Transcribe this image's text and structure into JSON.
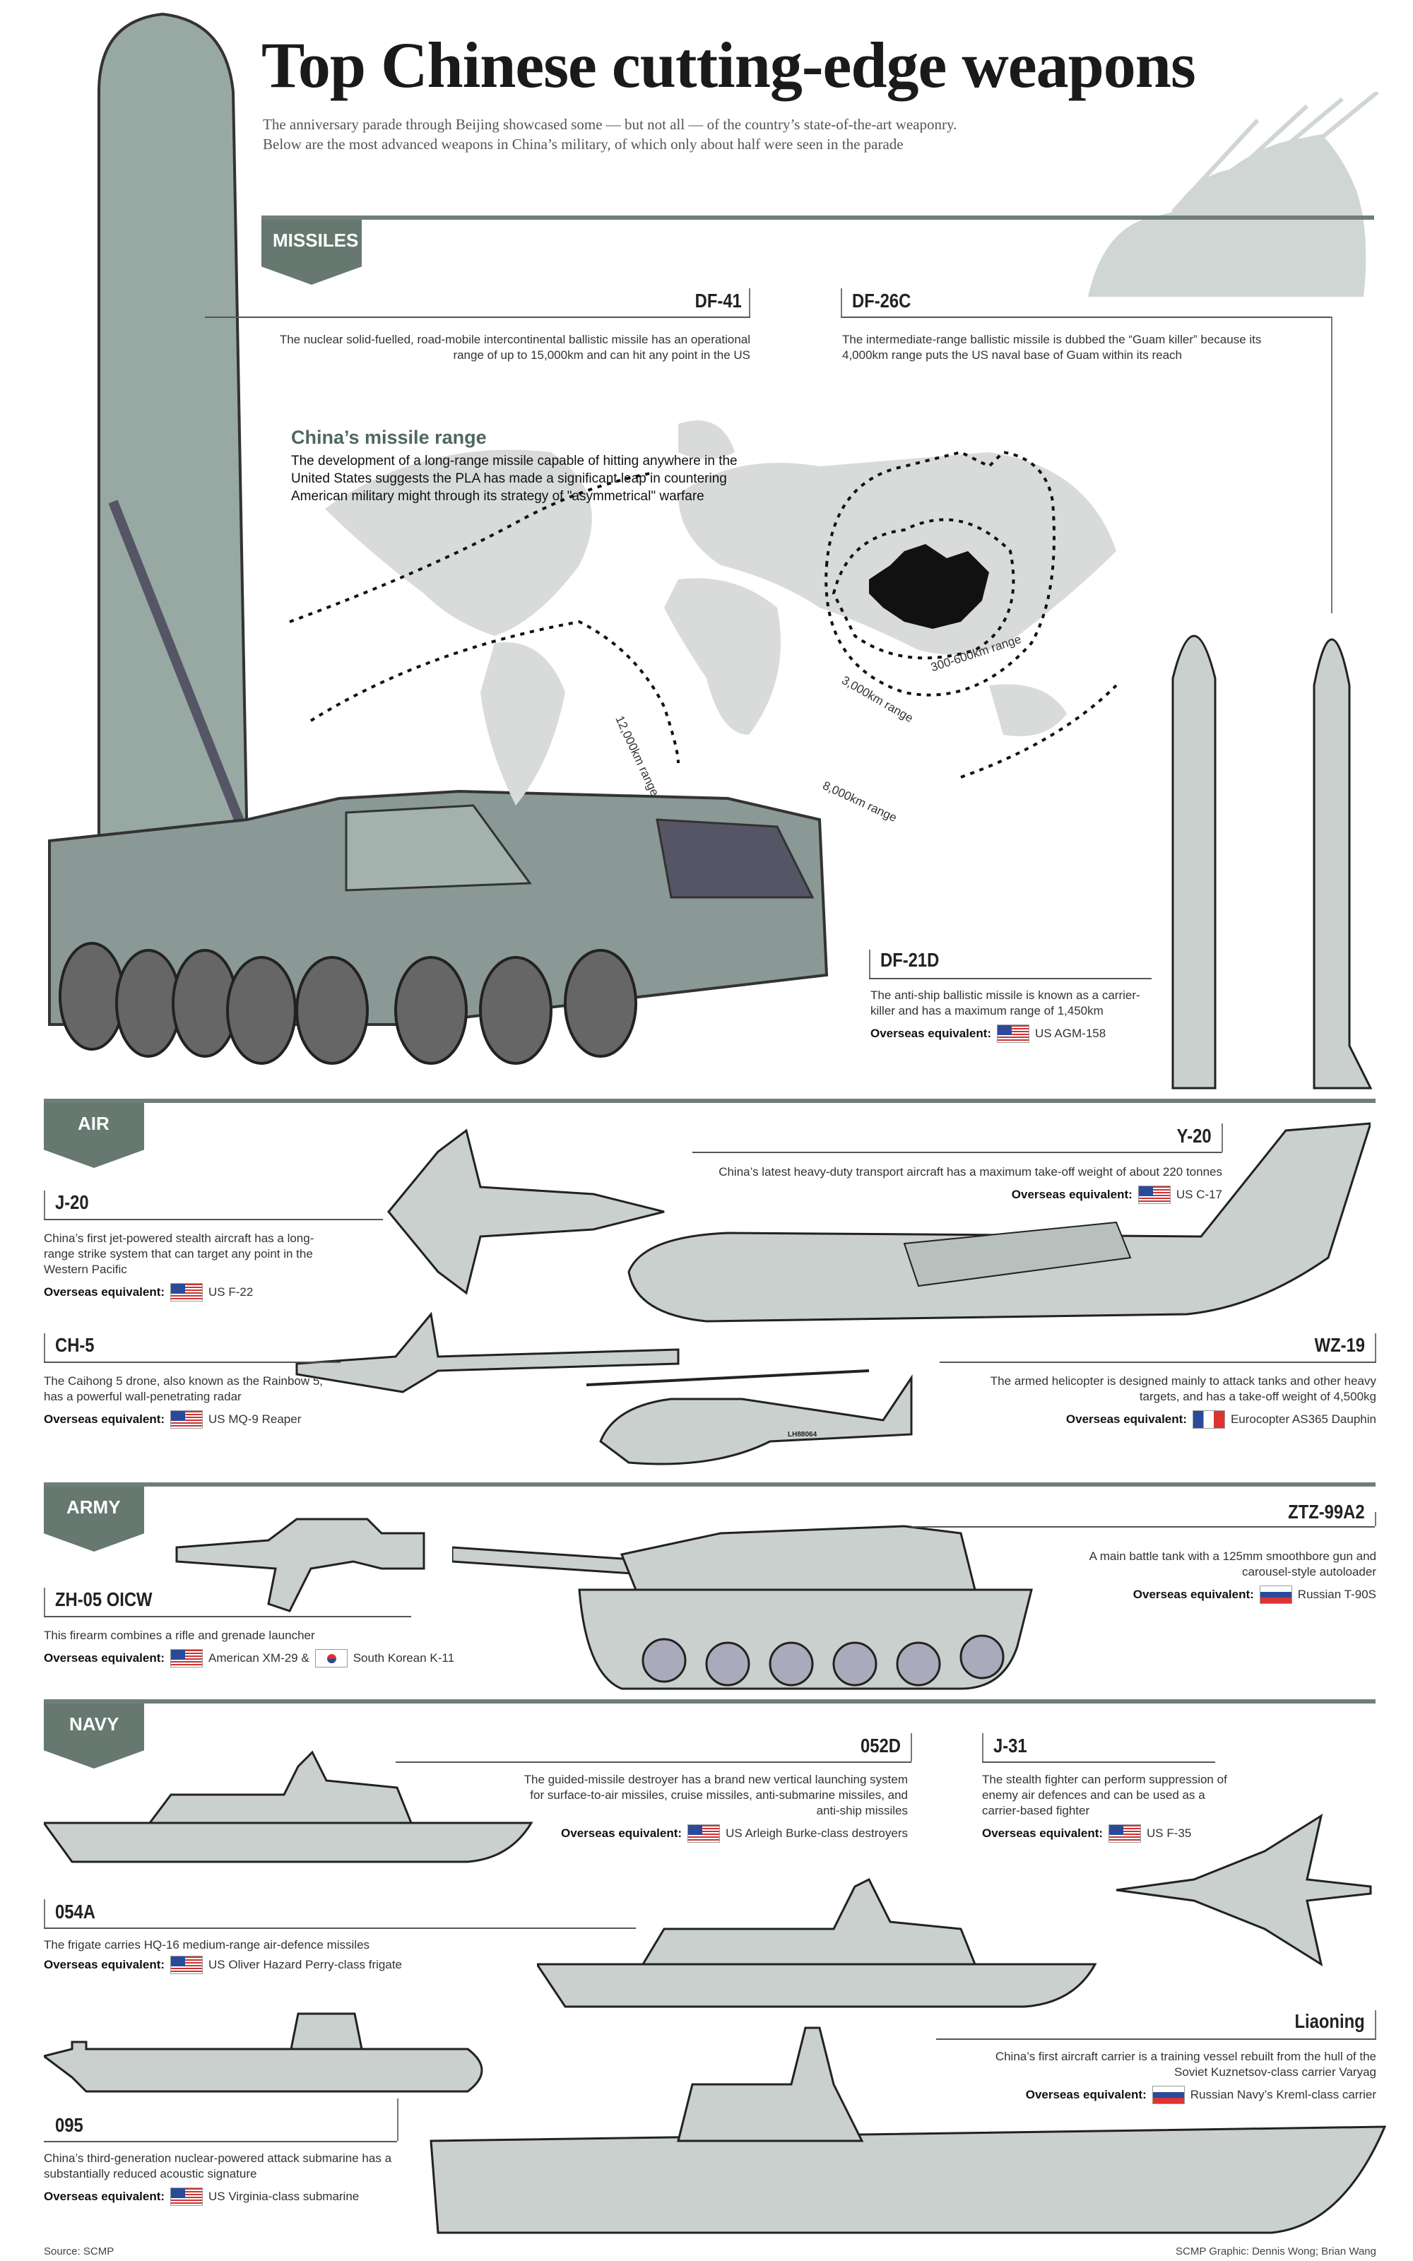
{
  "header": {
    "title": "Top Chinese cutting-edge weapons",
    "subtitle_line1": "The anniversary parade through Beijing showcased some — but not all — of the country’s state-of-the-art weaponry.",
    "subtitle_line2": "Below are the most advanced weapons in China’s military, of which only about half were seen in the parade"
  },
  "sections": {
    "missiles": "MISSILES",
    "air": "AIR",
    "army": "ARMY",
    "navy": "NAVY"
  },
  "eq_label": "Overseas equivalent:",
  "weapons": {
    "df41": {
      "name": "DF-41",
      "desc": "The nuclear solid-fuelled, road-mobile intercontinental ballistic missile has an operational range of up to 15,000km and can hit any point in the US"
    },
    "df26c": {
      "name": "DF-26C",
      "desc": "The intermediate-range ballistic missile is dubbed the “Guam killer” because its 4,000km range puts the US naval base of Guam within its reach"
    },
    "df21d": {
      "name": "DF-21D",
      "desc": "The anti-ship ballistic missile is known as a carrier-killer and has a maximum range of 1,450km",
      "eq": "US AGM-158"
    },
    "y20": {
      "name": "Y-20",
      "desc": "China’s latest heavy-duty transport aircraft has a maximum take-off weight of about 220 tonnes",
      "eq": "US C-17"
    },
    "j20": {
      "name": "J-20",
      "desc": "China’s first jet-powered stealth aircraft has a long-range strike system that can target any point in the Western Pacific",
      "eq": "US F-22"
    },
    "ch5": {
      "name": "CH-5",
      "desc": "The Caihong 5 drone, also known as the Rainbow 5, has a powerful wall-penetrating radar",
      "eq": "US MQ-9 Reaper"
    },
    "wz19": {
      "name": "WZ-19",
      "desc": "The armed helicopter is designed mainly to attack tanks and other heavy targets, and has a take-off weight of 4,500kg",
      "eq": "Eurocopter AS365 Dauphin"
    },
    "ztz99a2": {
      "name": "ZTZ-99A2",
      "desc": "A main battle tank with a 125mm smoothbore gun and carousel-style autoloader",
      "eq": "Russian T-90S"
    },
    "zh05": {
      "name": "ZH-05 OICW",
      "desc": "This firearm combines a rifle and grenade launcher",
      "eq": "American XM-29 &",
      "eq2": "South Korean K-11"
    },
    "d052": {
      "name": "052D",
      "desc": "The guided-missile destroyer has a brand new vertical launching system for surface-to-air missiles, cruise missiles, anti-submarine missiles, and anti-ship missiles",
      "eq": "US Arleigh Burke-class destroyers"
    },
    "j31": {
      "name": "J-31",
      "desc": "The stealth fighter can perform suppression of enemy air defences and can be used as a carrier-based fighter",
      "eq": "US F-35"
    },
    "a054": {
      "name": "054A",
      "desc": "The frigate carries HQ-16 medium-range air-defence missiles",
      "eq": "US Oliver Hazard Perry-class frigate"
    },
    "liaoning": {
      "name": "Liaoning",
      "desc": "China’s first aircraft carrier is a training vessel rebuilt from the hull of the Soviet Kuznetsov-class carrier Varyag",
      "eq": "Russian Navy’s Kreml-class carrier"
    },
    "s095": {
      "name": "095",
      "desc": "China’s third-generation nuclear-powered attack submarine has a substantially reduced acoustic signature",
      "eq": "US Virginia-class submarine"
    }
  },
  "map": {
    "title": "China’s missile range",
    "desc": "The development of a long-range missile capable of hitting anywhere in the United States suggests the PLA has made a significant leap in countering American military might through its strategy of \"asymmetrical\" warfare",
    "r1": "300-600km range",
    "r2": "3,000km range",
    "r3": "8,000km range",
    "r4": "12,000km range"
  },
  "helicopter_marking": "LH88064",
  "footer": {
    "source": "Source: SCMP",
    "credit": "SCMP Graphic: Dennis Wong; Brian Wang"
  },
  "colors": {
    "accent": "#66786f",
    "illustration": "#c9d0cd",
    "china": "#111111",
    "map": "#d9dbdb"
  }
}
